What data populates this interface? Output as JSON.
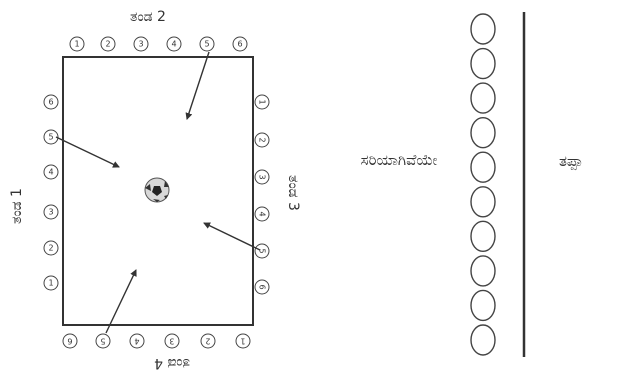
{
  "diagram": {
    "team_labels": {
      "top": "ತಂಡ 2",
      "bottom": "ತಂಡ 4",
      "left": "ತಂಡ 1",
      "right": "ತಂಡ 3"
    },
    "positions": {
      "top": [
        "1",
        "2",
        "3",
        "4",
        "5",
        "6"
      ],
      "bottom": [
        "6",
        "5",
        "4",
        "3",
        "2",
        "1"
      ],
      "left": [
        "6",
        "5",
        "4",
        "3",
        "2",
        "1"
      ],
      "right": [
        "1",
        "2",
        "3",
        "4",
        "5",
        "6"
      ]
    },
    "ball": "soccer-ball"
  },
  "scorecard": {
    "correct_label": "ಸರಿಯಾಗಿವೆಯೇ",
    "wrong_label": "ತಪ್ಪಾ",
    "circle_count": 10
  },
  "colors": {
    "ink": "#333333",
    "background": "#ffffff"
  }
}
